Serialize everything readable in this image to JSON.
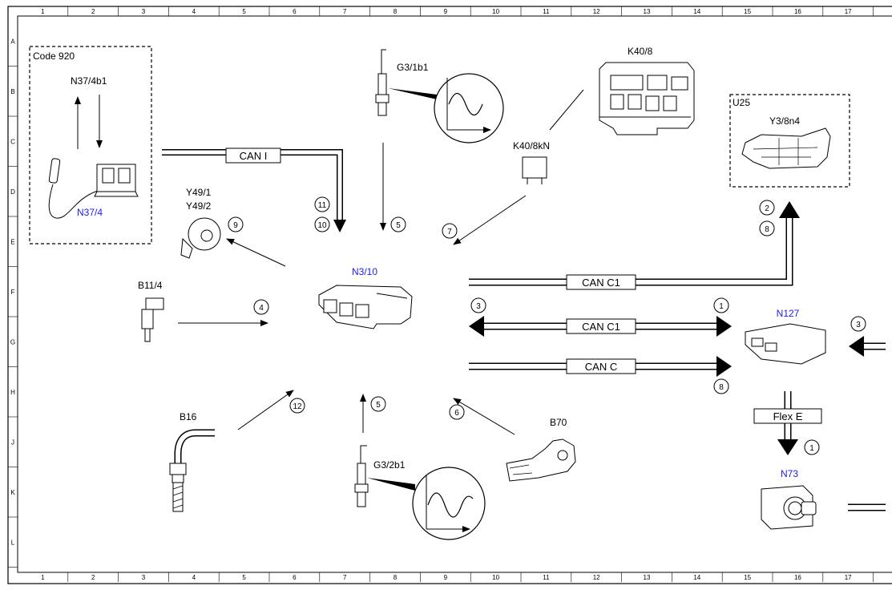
{
  "grid": {
    "columns": [
      "1",
      "2",
      "3",
      "4",
      "5",
      "6",
      "7",
      "8",
      "9",
      "10",
      "11",
      "12",
      "13",
      "14",
      "15",
      "16",
      "17"
    ],
    "rows": [
      "A",
      "B",
      "C",
      "D",
      "E",
      "F",
      "G",
      "H",
      "J",
      "K",
      "L"
    ]
  },
  "boxes": {
    "code920": "Code 920",
    "u25": "U25"
  },
  "components": {
    "n37_4b1": "N37/4b1",
    "n37_4": "N37/4",
    "g3_1b1": "G3/1b1",
    "k40_8": "K40/8",
    "k40_8kn": "K40/8kN",
    "y3_8n4": "Y3/8n4",
    "y49": "Y49/1",
    "y49_2": "Y49/2",
    "b11_4": "B11/4",
    "n3_10": "N3/10",
    "n127": "N127",
    "b16": "B16",
    "g3_2b1": "G3/2b1",
    "b70": "B70",
    "n73": "N73"
  },
  "buses": {
    "can_i": "CAN I",
    "can_c1_top": "CAN C1",
    "can_c1_mid": "CAN C1",
    "can_c": "CAN C",
    "flex_e": "Flex E"
  },
  "callouts": {
    "n11": "11",
    "n10": "10",
    "n5a": "5",
    "n7": "7",
    "n9": "9",
    "n2": "2",
    "n8a": "8",
    "n4": "4",
    "n3a": "3",
    "n1a": "1",
    "n3b": "3",
    "n8b": "8",
    "n12": "12",
    "n5b": "5",
    "n6": "6",
    "n1b": "1"
  },
  "colors": {
    "line": "#000000",
    "highlight_label": "#1a1aff"
  }
}
